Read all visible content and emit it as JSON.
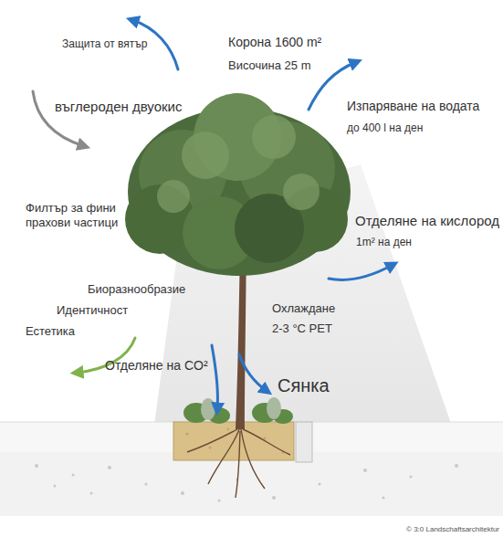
{
  "diagram": {
    "labels": [
      "Защита от вятър",
      "Корона 1600 m²",
      "Височина 25 m",
      "въглероден двуокис",
      "Изпаряване на водата",
      "до 400 l на ден",
      "Филтър за фини прахови частици",
      "Отделяне на кислород",
      "1m² на ден",
      "Биоразнообразие",
      "Идентичност",
      "Естетика",
      "Охлаждане",
      "2-3 °C PET",
      "Отделяне на CO²",
      "Сянка",
      "© 3:0 Landschaftsarchitektur"
    ]
  }
}
